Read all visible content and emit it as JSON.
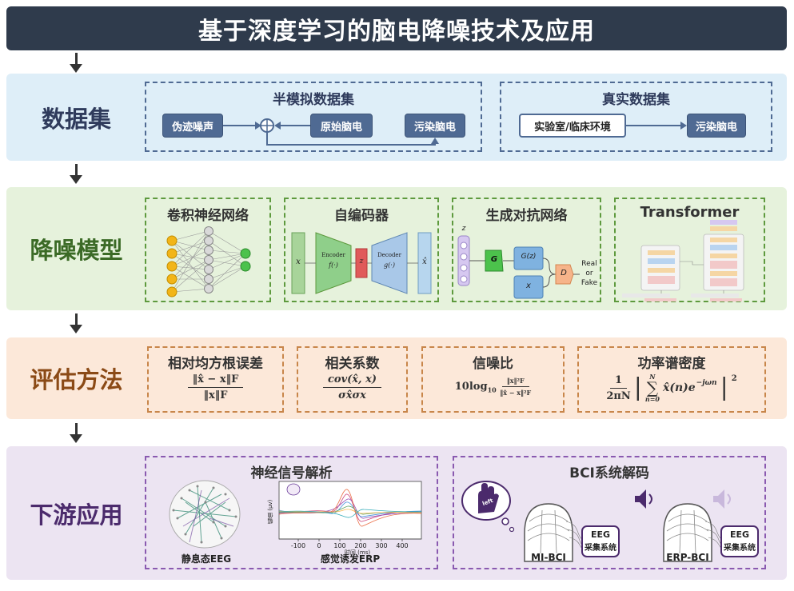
{
  "title": "基于深度学习的脑电降噪技术及应用",
  "colors": {
    "title_bg": "#2f3b4c",
    "dataset_bg": "#deeef8",
    "dataset_text": "#2f3b5c",
    "model_bg": "#e6f2dc",
    "model_text": "#3b6a26",
    "eval_bg": "#fce8d9",
    "eval_text": "#8b4a16",
    "app_bg": "#ece4f2",
    "app_text": "#4b2a6c"
  },
  "dataset": {
    "label": "数据集",
    "semi": {
      "title": "半模拟数据集",
      "artifact_noise": "伪迹噪声",
      "raw_eeg": "原始脑电",
      "contaminated_eeg": "污染脑电"
    },
    "real": {
      "title": "真实数据集",
      "env": "实验室/临床环境",
      "contaminated_eeg": "污染脑电"
    }
  },
  "models": {
    "label": "降噪模型",
    "cnn": {
      "title": "卷积神经网络"
    },
    "ae": {
      "title": "自编码器",
      "x": "x",
      "encoder": "Encoder",
      "encoder_fn": "f(·)",
      "z": "z",
      "decoder": "Decoder",
      "decoder_fn": "g(·)",
      "x_hat": "x̂"
    },
    "gan": {
      "title": "生成对抗网络",
      "z": "z",
      "g": "G",
      "gz": "G(z)",
      "x": "x",
      "d": "D",
      "out1": "Real",
      "out2": "or",
      "out3": "Fake"
    },
    "transformer": {
      "title": "Transformer"
    }
  },
  "evaluation": {
    "label": "评估方法",
    "rrmse": {
      "title": "相对均方根误差",
      "num": "‖x̂ − x‖F",
      "den": "‖x‖F"
    },
    "cc": {
      "title": "相关系数",
      "num": "cov(x̂, x)",
      "den": "σx̂σx"
    },
    "snr": {
      "title": "信噪比",
      "prefix": "10log",
      "sub": "10",
      "num": "‖x‖²F",
      "den": "‖x̂ − x‖²F"
    },
    "psd": {
      "title": "功率谱密度",
      "num": "1",
      "den": "2πN",
      "sum_top": "N",
      "sum_bottom": "n=0",
      "body": "x̂(n)e",
      "exp": "−jωn",
      "power": "2"
    }
  },
  "applications": {
    "label": "下游应用",
    "neural": {
      "title": "神经信号解析",
      "eeg_rest": "静息态EEG",
      "erp": "感觉诱发ERP",
      "ylabel": "幅值 (μv)",
      "xlabel": "时间 (ms)",
      "xticks": [
        "-100",
        "0",
        "100",
        "200",
        "300",
        "400"
      ]
    },
    "bci": {
      "title": "BCI系统解码",
      "mi": "MI-BCI",
      "erp": "ERP-BCI",
      "eeg1": "EEG",
      "sys1": "采集系统",
      "eeg2": "EEG",
      "sys2": "采集系统",
      "hand_text": "left"
    }
  }
}
